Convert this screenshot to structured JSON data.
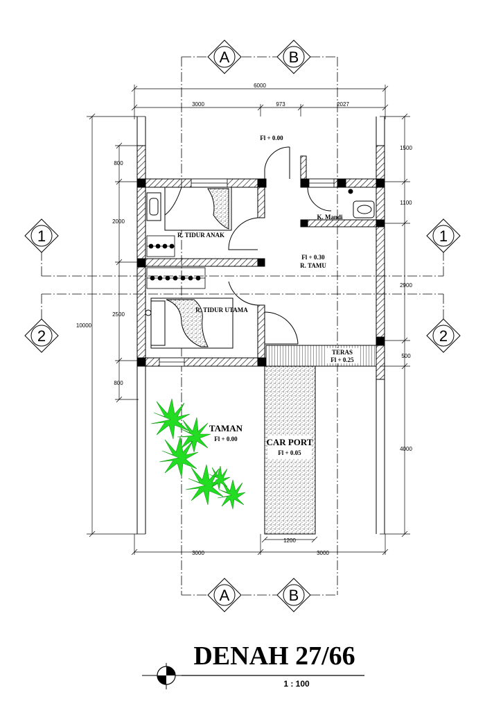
{
  "title": "DENAH 27/66",
  "scale": "1 : 100",
  "grid": {
    "letters": [
      "A",
      "B"
    ],
    "numbers": [
      "1",
      "2"
    ]
  },
  "dimensions": {
    "top_total": "6000",
    "top_parts": [
      "3000",
      "973",
      "2027"
    ],
    "bottom_parts": [
      "3000",
      "3000"
    ],
    "carport_width": "1200",
    "left_total": "10000",
    "left_parts": [
      "800",
      "2000",
      "2500",
      "800"
    ],
    "right_parts": [
      "1500",
      "1100",
      "2900",
      "500",
      "4000"
    ]
  },
  "rooms": {
    "level_front": "Fl + 0.00",
    "tidur_anak": "R. TIDUR ANAK",
    "kamar_mandi": "K. Mandi",
    "tamu_level": "Fl + 0.30",
    "tamu": "R. TAMU",
    "tidur_utama": "R. TIDUR UTAMA",
    "teras": "TERAS",
    "teras_level": "Fl + 0.25",
    "taman": "TAMAN",
    "taman_level": "Fl + 0.00",
    "carport": "CAR PORT",
    "carport_level": "Fl + 0.05"
  },
  "colors": {
    "line": "#000000",
    "plant": "#22dd22",
    "hatch_fill": "#ffffff"
  }
}
